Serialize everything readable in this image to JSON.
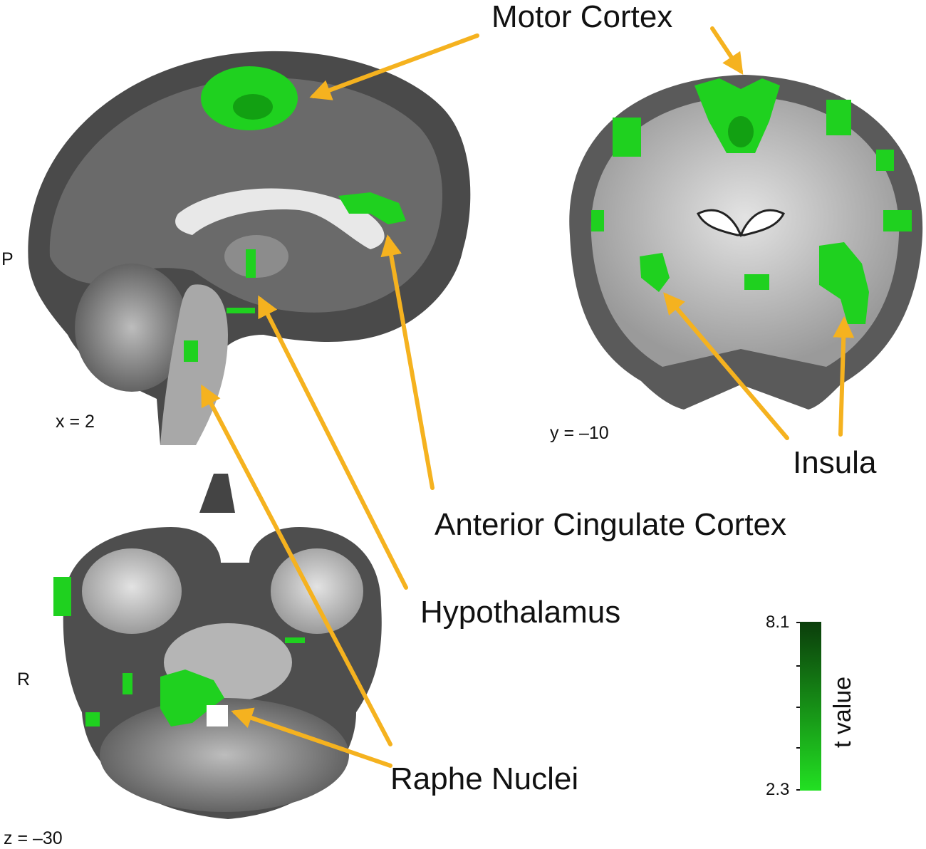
{
  "labels": {
    "motor_cortex": "Motor Cortex",
    "insula": "Insula",
    "anterior_cingulate_cortex": "Anterior Cingulate Cortex",
    "hypothalamus": "Hypothalamus",
    "raphe_nuclei": "Raphe Nuclei"
  },
  "slices": {
    "sagittal_coord": "x = 2",
    "coronal_coord": "y = –10",
    "axial_coord": "z = –30"
  },
  "orientation": {
    "posterior": "P",
    "right": "R"
  },
  "colorbar": {
    "title": "t value",
    "max": "8.1",
    "min": "2.3",
    "color_low": "#22e022",
    "color_high": "#0b3d0b"
  },
  "colors": {
    "arrow": "#f5b21f",
    "activation": "#1fd11f",
    "brain_dark": "#3c3c3c",
    "brain_mid": "#8a8a8a",
    "brain_light": "#d6d6d6"
  }
}
